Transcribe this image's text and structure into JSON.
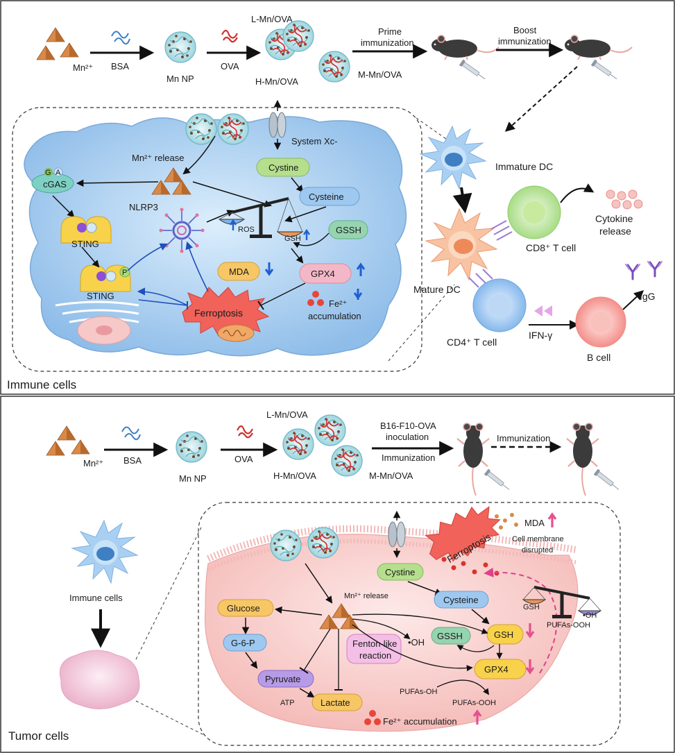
{
  "top": {
    "mn_ion": "Mn²⁺",
    "bsa": "BSA",
    "mn_np": "Mn NP",
    "ova": "OVA",
    "l_mn_ova": "L-Mn/OVA",
    "h_mn_ova": "H-Mn/OVA",
    "m_mn_ova": "M-Mn/OVA",
    "prime_1": "Prime",
    "prime_2": "immunization",
    "boost_1": "Boost",
    "boost_2": "immunization",
    "immature_dc": "Immature DC",
    "mature_dc": "Mature DC",
    "cd8": "CD8⁺ T cell",
    "cytokine_1": "Cytokine",
    "cytokine_2": "release",
    "cd4": "CD4⁺ T cell",
    "ifn": "IFN-γ",
    "bcell": "B cell",
    "igg": "IgG",
    "panel_label": "Immune cells"
  },
  "immune_cell": {
    "system_xc": "System Xc-",
    "mn_release": "Mn²⁺ release",
    "cystine": "Cystine",
    "cysteine": "Cysteine",
    "cgas": "cGAS",
    "g": "G",
    "a": "A",
    "nlrp3": "NLRP3",
    "ros": "ROS",
    "gsh": "GSH",
    "gssh": "GSSH",
    "sting": "STING",
    "sting2": "STING",
    "p": "P",
    "mda": "MDA",
    "gpx4": "GPX4",
    "ferroptosis": "Ferroptosis",
    "fe": "Fe²⁺",
    "accumulation": "accumulation"
  },
  "bottom": {
    "mn_ion": "Mn²⁺",
    "bsa": "BSA",
    "mn_np": "Mn NP",
    "ova": "OVA",
    "l_mn_ova": "L-Mn/OVA",
    "h_mn_ova": "H-Mn/OVA",
    "m_mn_ova": "M-Mn/OVA",
    "b16_1": "B16-F10-OVA",
    "b16_2": "inoculation",
    "immunization_a": "Immunization",
    "immunization_b": "Immunization",
    "immune_cells": "Immune cells",
    "panel_label": "Tumor cells"
  },
  "tumor_cell": {
    "ferroptosis": "Ferroptosis",
    "mda": "MDA",
    "membrane_1": "Cell membrane",
    "membrane_2": "disrupted",
    "cystine": "Cystine",
    "cysteine": "Cysteine",
    "mn_release": "Mn²⁺ release",
    "glucose": "Glucose",
    "g6p": "G-6-P",
    "pyruvate": "Pyruvate",
    "atp": "ATP",
    "lactate": "Lactate",
    "fenton_1": "Fenton-like",
    "fenton_2": "reaction",
    "oh": "•OH",
    "gssh": "GSSH",
    "gsh": "GSH",
    "gpx4": "GPX4",
    "pufas_oh": "PUFAs-OH",
    "pufas_ooh": "PUFAs-OOH",
    "fe_accum": "Fe²⁺ accumulation",
    "bal_gsh": "GSH",
    "bal_oh": "•OH",
    "bal_pufas": "PUFAs-OOH"
  },
  "colors": {
    "mn_pyramid": "#c8763a",
    "cell_blue": "#a9cdef",
    "tumor_pink": "#f7c9c9",
    "ferroptosis_red": "#f0625a",
    "up_blue": "#1f5fcf",
    "up_pink": "#e64f8f",
    "green_pill": "#b5df8c",
    "blue_pill": "#9ec8ef",
    "yellow_pill": "#f7c765",
    "pink_pill": "#f3b8c7",
    "purple_pill": "#b79be6"
  },
  "icons": [
    "mn-pyramid-icon",
    "bsa-protein-icon",
    "nanoparticle-icon",
    "ova-protein-icon",
    "mouse-icon",
    "dendritic-cell-icon",
    "t-cell-icon",
    "b-cell-icon",
    "antibody-icon",
    "channel-icon",
    "balance-icon",
    "mitochondria-icon",
    "nucleus-icon"
  ]
}
